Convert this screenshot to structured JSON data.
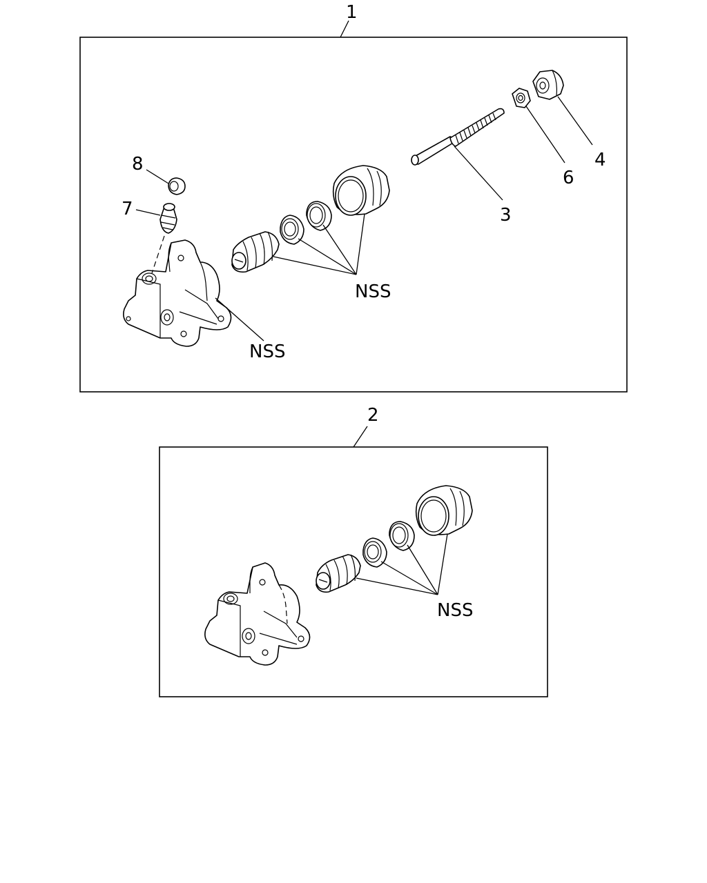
{
  "callouts": {
    "kit_1": "1",
    "kit_2": "2",
    "push_rod": "3",
    "nut_4": "4",
    "nut_6": "6",
    "bleeder_screw": "7",
    "bleeder_cap": "8"
  },
  "nss_labels": {
    "kit1_seals": "NSS",
    "kit1_body": "NSS",
    "kit2_seals": "NSS"
  }
}
